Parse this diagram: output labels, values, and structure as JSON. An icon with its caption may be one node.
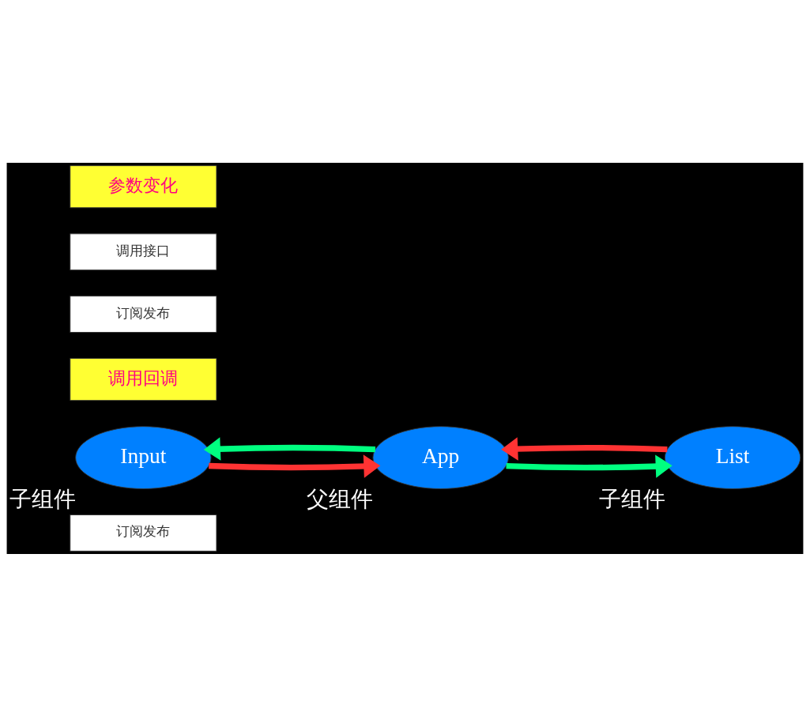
{
  "diagram": {
    "nodes": [
      {
        "text": [
          "订阅发布"
        ]
      },
      {
        "text": [
          "Input"
        ],
        "beside": [
          "子组件"
        ]
      },
      {
        "text": [
          "调用回调"
        ]
      },
      {
        "text": [
          "App"
        ],
        "beside": [
          "父组件"
        ]
      },
      {
        "text": [
          "List"
        ],
        "beside": [
          "子组件"
        ]
      },
      {
        "text": [
          "订阅发布"
        ]
      },
      {
        "text": [
          "调用接口"
        ]
      },
      {
        "text": [
          "参数变化"
        ]
      }
    ],
    "edges": [
      {
        "from": 1,
        "to": 3,
        "arrow": "to",
        "color": "#ff3333"
      },
      {
        "from": 3,
        "to": 1,
        "arrow": "to",
        "color": "#00ff80"
      },
      {
        "from": 3,
        "to": 4,
        "arrow": "to",
        "color": "#00ff80"
      },
      {
        "from": 4,
        "to": 3,
        "arrow": "to",
        "color": "#ff3333"
      }
    ]
  }
}
